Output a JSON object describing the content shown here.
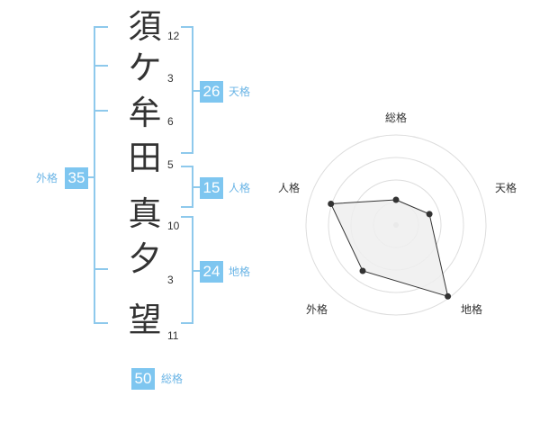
{
  "name_chars": [
    {
      "char": "須",
      "strokes": "12"
    },
    {
      "char": "ケ",
      "strokes": "3"
    },
    {
      "char": "牟",
      "strokes": "6"
    },
    {
      "char": "田",
      "strokes": "5"
    },
    {
      "char": "真",
      "strokes": "10"
    },
    {
      "char": "夕",
      "strokes": "3"
    },
    {
      "char": "望",
      "strokes": "11"
    }
  ],
  "kakusu": {
    "tenkaku": {
      "value": "26",
      "label": "天格"
    },
    "jinkaku": {
      "value": "15",
      "label": "人格"
    },
    "chikaku": {
      "value": "24",
      "label": "地格"
    },
    "gaikaku": {
      "value": "35",
      "label": "外格"
    },
    "soukaku": {
      "value": "50",
      "label": "総格"
    }
  },
  "radar": {
    "axes": [
      "総格",
      "天格",
      "地格",
      "外格",
      "人格"
    ],
    "levels": [
      0.28,
      0.39,
      0.98,
      0.63,
      0.76
    ],
    "rings": 4,
    "colors": {
      "fill": "#eeeeee",
      "line": "#333333",
      "grid": "#dddddd",
      "point": "#333333"
    }
  }
}
